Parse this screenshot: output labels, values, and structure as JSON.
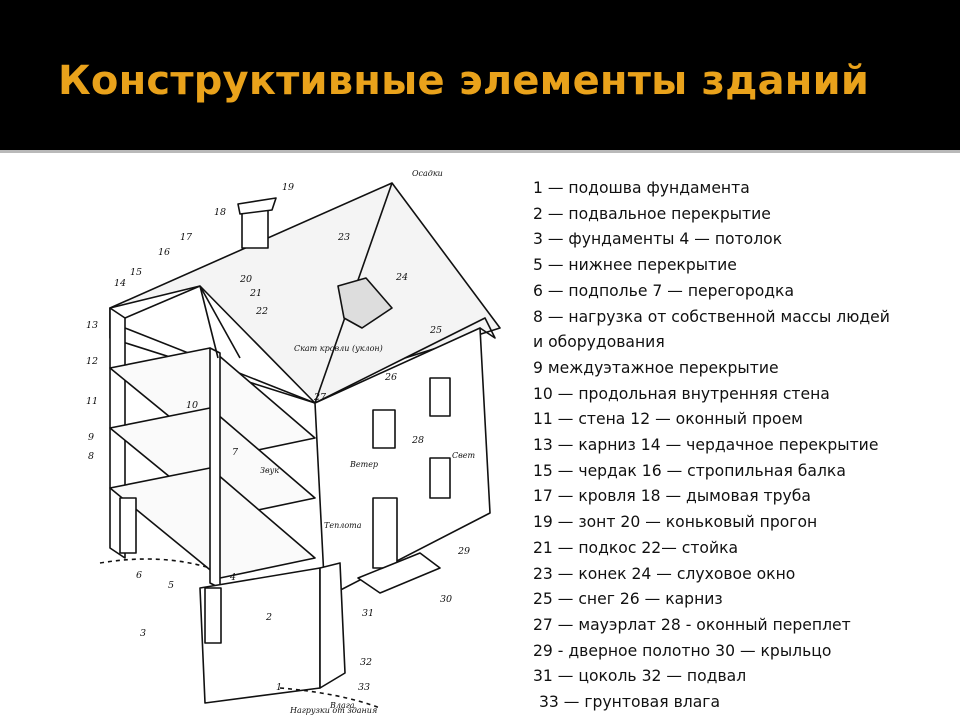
{
  "slide": {
    "title": "Конструктивные элементы зданий"
  },
  "diagram": {
    "callouts": [
      "1",
      "2",
      "3",
      "4",
      "5",
      "6",
      "7",
      "8",
      "9",
      "10",
      "11",
      "12",
      "13",
      "14",
      "15",
      "16",
      "17",
      "18",
      "19",
      "20",
      "21",
      "22",
      "23",
      "24",
      "25",
      "26",
      "27",
      "28",
      "29",
      "30",
      "31",
      "32",
      "33"
    ],
    "annotations": {
      "precipitation": "Осадки",
      "wind": "Ветер",
      "snow_slide": "Скат кровли (уклон)",
      "heat": "Теплота",
      "light": "Свет",
      "sound": "Звук",
      "loads": "Нагрузки от здания",
      "moisture": "Влага"
    }
  },
  "legend": {
    "lines": [
      "1 — подошва фундамента",
      "2 — подвальное перекрытие",
      "3 — фундаменты 4 — потолок",
      "5 — нижнее перекрытие",
      "6 — подполье 7 — перегородка",
      "8 — нагрузка от собственной массы людей",
      "и оборудования",
      "9 междуэтажное перекрытие",
      "10 — продольная внутренняя стена",
      "11 — стена 12 — оконный проем",
      "13 — карниз 14 — чердачное перекрытие",
      "15 — чердак 16 — стропильная балка",
      "17 — кровля 18 — дымовая труба",
      "19 — зонт 20 — коньковый прогон",
      "21 — подкос 22— стойка",
      "23 — конек 24 — слуховое окно",
      "25 — снег 26 — карниз",
      "27 — мауэрлат 28 - оконный переплет",
      "29 - дверное полотно 30 — крыльцо",
      "31 — цоколь 32 — подвал",
      "33 — грунтовая влага"
    ]
  }
}
